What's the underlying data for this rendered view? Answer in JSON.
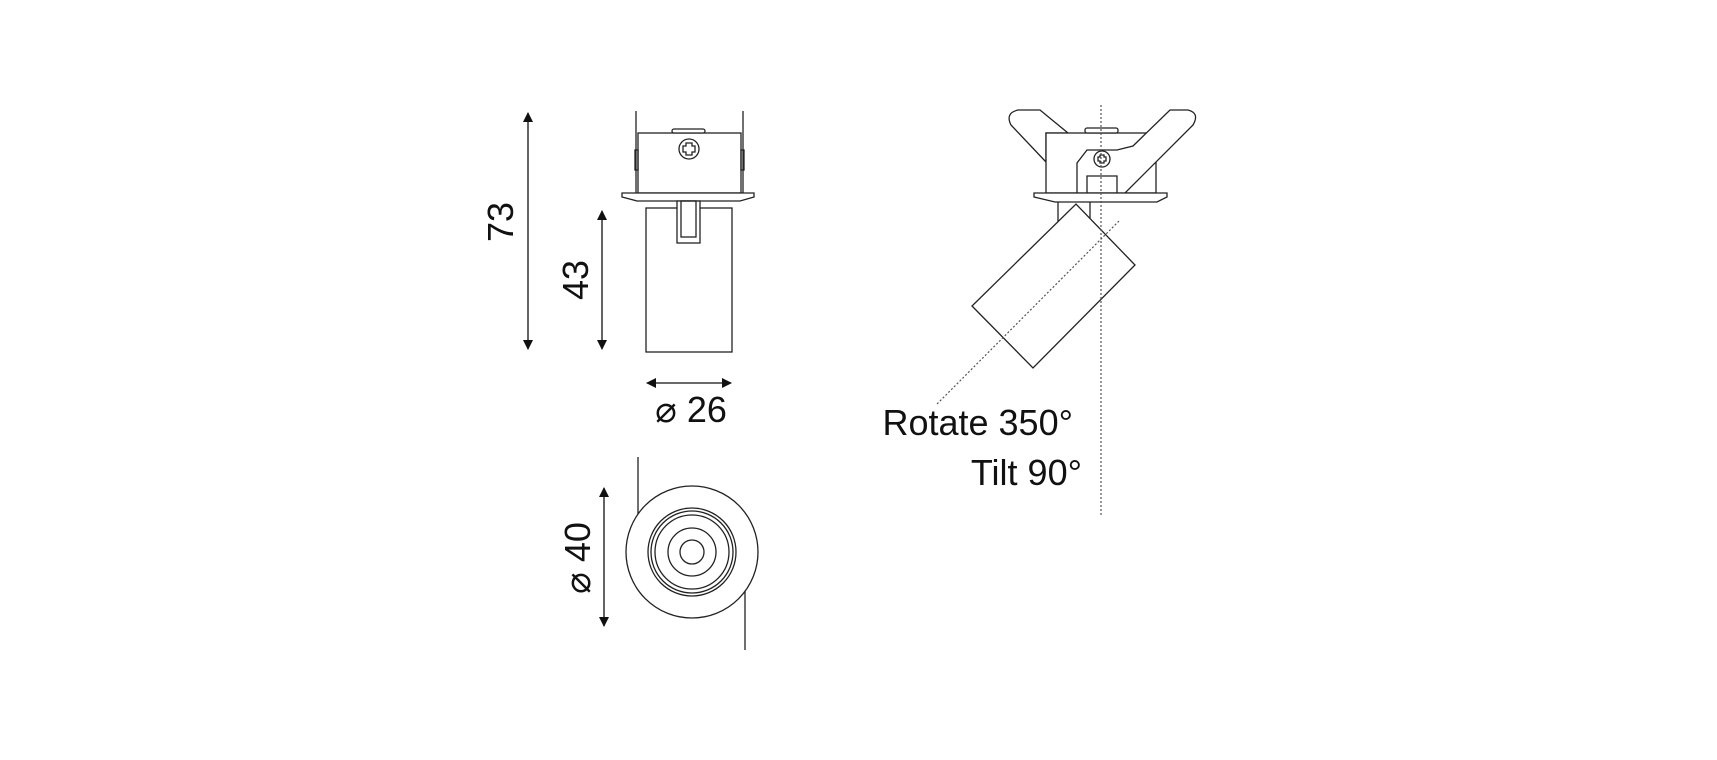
{
  "dimensions": {
    "total_height": "73",
    "cylinder_height": "43",
    "cylinder_diameter": "⌀ 26",
    "trim_diameter": "⌀ 40"
  },
  "adjustment": {
    "rotate": "Rotate 350°",
    "tilt": "Tilt 90°"
  },
  "colors": {
    "line": "#222222",
    "background": "#ffffff"
  }
}
